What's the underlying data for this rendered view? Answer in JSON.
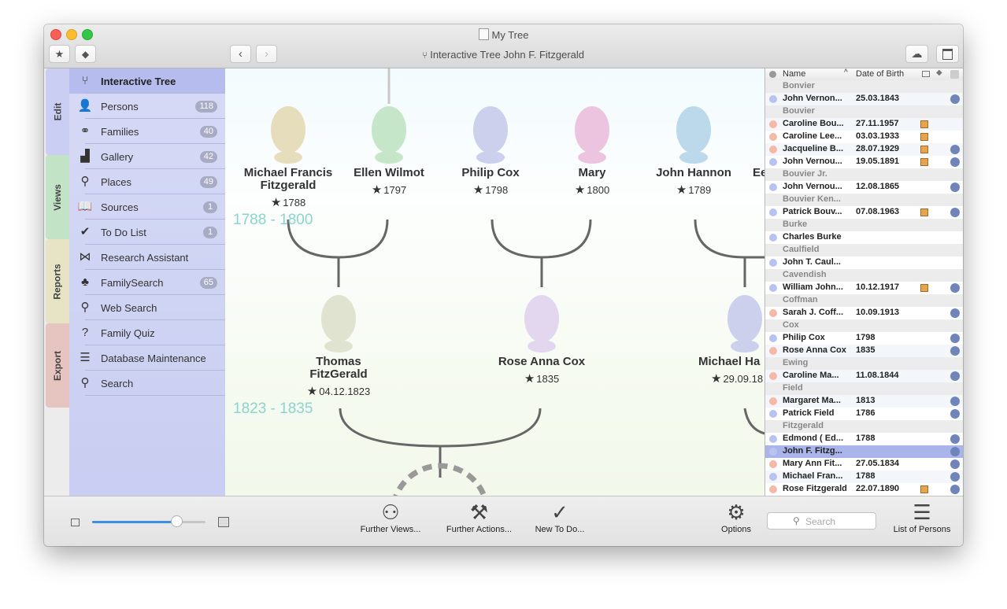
{
  "window": {
    "title": "My Tree"
  },
  "toolbar": {
    "nav_title": "Interactive Tree John F. Fitzgerald"
  },
  "tabs": [
    "Edit",
    "Views",
    "Reports",
    "Export"
  ],
  "sidebar": {
    "items": [
      {
        "label": "Interactive Tree",
        "badge": ""
      },
      {
        "label": "Persons",
        "badge": "118"
      },
      {
        "label": "Families",
        "badge": "40"
      },
      {
        "label": "Gallery",
        "badge": "42"
      },
      {
        "label": "Places",
        "badge": "49"
      },
      {
        "label": "Sources",
        "badge": "1"
      },
      {
        "label": "To Do List",
        "badge": "1"
      },
      {
        "label": "Research Assistant",
        "badge": ""
      },
      {
        "label": "FamilySearch",
        "badge": "65"
      },
      {
        "label": "Web Search",
        "badge": ""
      },
      {
        "label": "Family Quiz",
        "badge": ""
      },
      {
        "label": "Database Maintenance",
        "badge": ""
      },
      {
        "label": "Search",
        "badge": ""
      }
    ]
  },
  "tree": {
    "persons": [
      {
        "name": "Michael Francis Fitzgerald",
        "date": "1788"
      },
      {
        "name": "Ellen Wilmot",
        "date": "1797"
      },
      {
        "name": "Philip Cox",
        "date": "1798"
      },
      {
        "name": "Mary",
        "date": "1800"
      },
      {
        "name": "John Hannon",
        "date": "1789"
      },
      {
        "name": "Ee",
        "date": ""
      },
      {
        "name": "Thomas FitzGerald",
        "date": "04.12.1823"
      },
      {
        "name": "Rose Anna Cox",
        "date": "1835"
      },
      {
        "name": "Michael Ha",
        "date": "29.09.18"
      }
    ],
    "ranges": [
      "1788 - 1800",
      "1823 - 1835"
    ]
  },
  "list": {
    "header": {
      "name": "Name",
      "dob": "Date of Birth"
    },
    "rows": [
      {
        "type": "group",
        "label": "Bonvier"
      },
      {
        "type": "person",
        "name": "John Vernon...",
        "date": "25.03.1843",
        "gender": "m",
        "img": false,
        "fs": true
      },
      {
        "type": "group",
        "label": "Bouvier"
      },
      {
        "type": "person",
        "name": "Caroline Bou...",
        "date": "27.11.1957",
        "gender": "f",
        "img": true,
        "fs": false
      },
      {
        "type": "person",
        "name": "Caroline Lee...",
        "date": "03.03.1933",
        "gender": "f",
        "img": true,
        "fs": false
      },
      {
        "type": "person",
        "name": "Jacqueline B...",
        "date": "28.07.1929",
        "gender": "f",
        "img": true,
        "fs": true
      },
      {
        "type": "person",
        "name": "John Vernou...",
        "date": "19.05.1891",
        "gender": "m",
        "img": true,
        "fs": true
      },
      {
        "type": "group",
        "label": "Bouvier Jr."
      },
      {
        "type": "person",
        "name": "John Vernou...",
        "date": "12.08.1865",
        "gender": "m",
        "img": false,
        "fs": true
      },
      {
        "type": "group",
        "label": "Bouvier Ken..."
      },
      {
        "type": "person",
        "name": "Patrick Bouv...",
        "date": "07.08.1963",
        "gender": "m",
        "img": true,
        "fs": true
      },
      {
        "type": "group",
        "label": "Burke"
      },
      {
        "type": "person",
        "name": "Charles Burke",
        "date": "",
        "gender": "m",
        "img": false,
        "fs": false
      },
      {
        "type": "group",
        "label": "Caulfield"
      },
      {
        "type": "person",
        "name": "John T. Caul...",
        "date": "",
        "gender": "m",
        "img": false,
        "fs": false
      },
      {
        "type": "group",
        "label": "Cavendish"
      },
      {
        "type": "person",
        "name": "William John...",
        "date": "10.12.1917",
        "gender": "m",
        "img": true,
        "fs": true
      },
      {
        "type": "group",
        "label": "Coffman"
      },
      {
        "type": "person",
        "name": "Sarah J. Coff...",
        "date": "10.09.1913",
        "gender": "f",
        "img": false,
        "fs": true
      },
      {
        "type": "group",
        "label": "Cox"
      },
      {
        "type": "person",
        "name": "Philip Cox",
        "date": "1798",
        "gender": "m",
        "img": false,
        "fs": true
      },
      {
        "type": "person",
        "name": "Rose Anna Cox",
        "date": "1835",
        "gender": "f",
        "img": false,
        "fs": true
      },
      {
        "type": "group",
        "label": "Ewing"
      },
      {
        "type": "person",
        "name": "Caroline Ma...",
        "date": "11.08.1844",
        "gender": "f",
        "img": false,
        "fs": true
      },
      {
        "type": "group",
        "label": "Field"
      },
      {
        "type": "person",
        "name": "Margaret Ma...",
        "date": "1813",
        "gender": "f",
        "img": false,
        "fs": true
      },
      {
        "type": "person",
        "name": "Patrick Field",
        "date": "1786",
        "gender": "m",
        "img": false,
        "fs": true
      },
      {
        "type": "group",
        "label": "Fitzgerald"
      },
      {
        "type": "person",
        "name": "Edmond ( Ed...",
        "date": "1788",
        "gender": "m",
        "img": false,
        "fs": true
      },
      {
        "type": "person",
        "name": "John F. Fitzg...",
        "date": "",
        "gender": "m",
        "img": false,
        "fs": true,
        "selected": true
      },
      {
        "type": "person",
        "name": "Mary Ann Fit...",
        "date": "27.05.1834",
        "gender": "f",
        "img": false,
        "fs": true
      },
      {
        "type": "person",
        "name": "Michael Fran...",
        "date": "1788",
        "gender": "m",
        "img": false,
        "fs": true
      },
      {
        "type": "person",
        "name": "Rose Fitzgerald",
        "date": "22.07.1890",
        "gender": "f",
        "img": true,
        "fs": true
      }
    ]
  },
  "bottom": {
    "further_views": "Further Views...",
    "further_actions": "Further Actions...",
    "new_todo": "New To Do...",
    "options": "Options",
    "search_placeholder": "Search",
    "list_of_persons": "List of Persons",
    "zoom_level": 0.74
  },
  "colors": {
    "male": "#b9c3f2",
    "female": "#f7b9a6",
    "sidebar_active": "#b6bcee",
    "list_selected": "#a9b4ea",
    "range_text": "#8cd4cc"
  }
}
